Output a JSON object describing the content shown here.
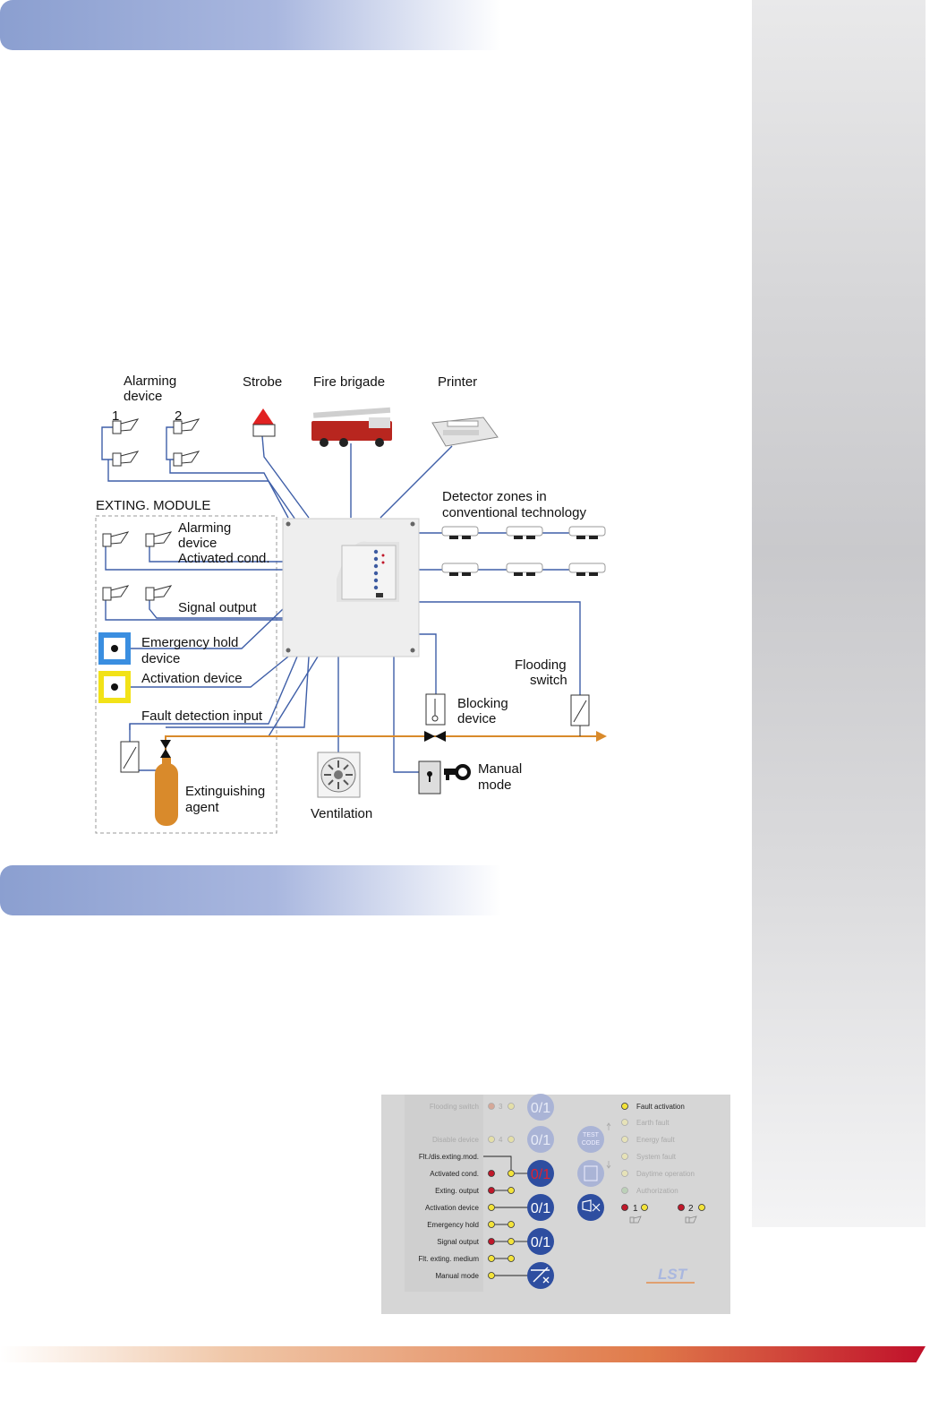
{
  "diagram": {
    "labels": {
      "alarming_device_top_1": "Alarming",
      "alarming_device_top_2": "device",
      "num1": "1",
      "num2": "2",
      "strobe": "Strobe",
      "fire_brigade": "Fire brigade",
      "printer": "Printer",
      "detector_zones_1": "Detector zones in",
      "detector_zones_2": "conventional technology",
      "exting_module": "EXTING. MODULE",
      "alarming_device_1": "Alarming",
      "alarming_device_2": "device",
      "activated_cond": "Activated cond.",
      "signal_output": "Signal output",
      "emergency_hold_1": "Emergency hold",
      "emergency_hold_2": "device",
      "activation_device": "Activation device",
      "fault_detection_input": "Fault detection input",
      "extinguishing_agent_1": "Extinguishing",
      "extinguishing_agent_2": "agent",
      "ventilation": "Ventilation",
      "blocking_device_1": "Blocking",
      "blocking_device_2": "device",
      "flooding_switch_1": "Flooding",
      "flooding_switch_2": "switch",
      "manual_mode_1": "Manual",
      "manual_mode_2": "mode"
    }
  },
  "panel": {
    "left_labels": [
      "Flooding switch",
      "Disable device",
      "Flt./dis.exting.mod.",
      "Activated cond.",
      "Exting. output",
      "Activation device",
      "Emergency hold",
      "Signal output",
      "Flt. exting. medium",
      "Manual mode"
    ],
    "num3": "3",
    "num4": "4",
    "button_glyph": "0/1",
    "test_code_1": "TEST",
    "test_code_2": "CODE",
    "right_labels": [
      "Fault activation",
      "Earth fault",
      "Energy fault",
      "System fault",
      "Daytime operation",
      "Authorization"
    ],
    "zone1": "1",
    "zone2": "2",
    "logo": "LST"
  },
  "colors": {
    "line_blue": "#3f5fa8",
    "pipe_orange": "#d98a2b",
    "led_red": "#c0182a",
    "led_yellow": "#f3e33a",
    "button_blue": "#2e4ea0"
  }
}
